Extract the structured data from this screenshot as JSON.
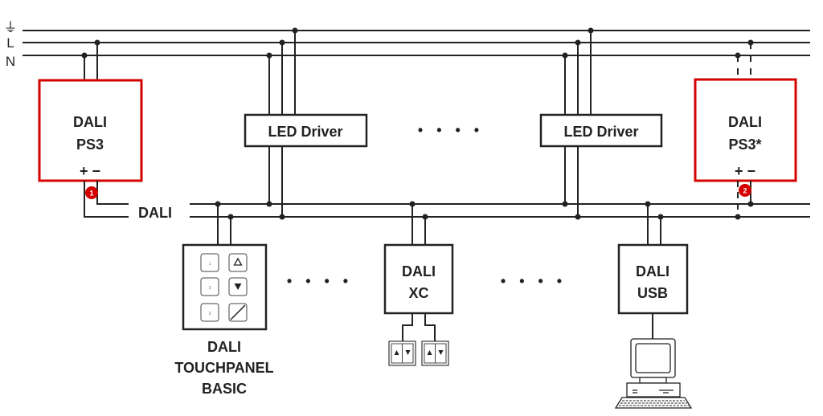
{
  "mains_labels": {
    "earth": "⏚",
    "line": "L",
    "neutral": "N"
  },
  "bus_label": "DALI",
  "power_supply_1": {
    "line1": "DALI",
    "line2": "PS3",
    "terminals": "+ −",
    "badge": "1"
  },
  "power_supply_2": {
    "line1": "DALI",
    "line2": "PS3*",
    "terminals": "+ −",
    "badge": "2"
  },
  "led_driver_1": {
    "label": "LED Driver"
  },
  "led_driver_2": {
    "label": "LED Driver"
  },
  "ellipsis": "• • • •",
  "touchpanel": {
    "line1": "DALI",
    "line2": "TOUCHPANEL",
    "line3": "BASIC",
    "buttons": [
      "1",
      "2",
      "3"
    ],
    "icons": [
      "triangle-up-outline-icon",
      "triangle-down-icon",
      "power-icon"
    ]
  },
  "xc": {
    "line1": "DALI",
    "line2": "XC"
  },
  "usb": {
    "line1": "DALI",
    "line2": "USB"
  },
  "colors": {
    "accent_red": "#d40000",
    "line": "#222222"
  }
}
